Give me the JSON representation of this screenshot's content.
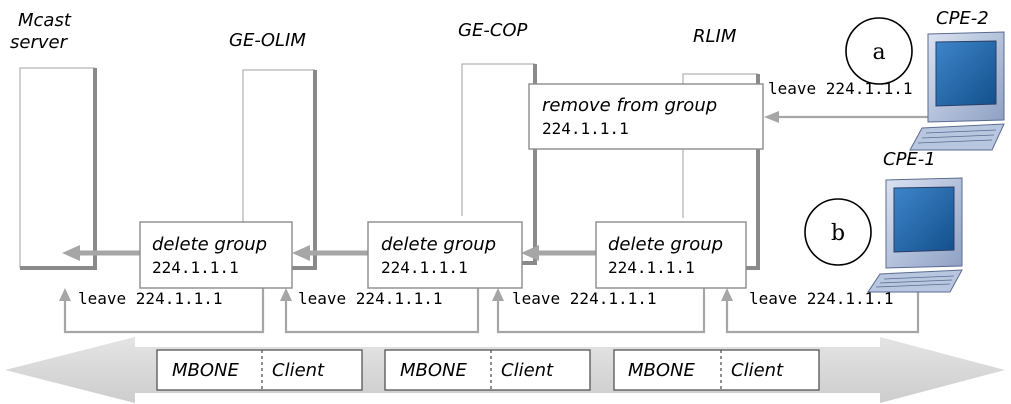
{
  "nodes": {
    "mcast_server_line1": "Mcast",
    "mcast_server_line2": "server",
    "ge_olim": "GE-OLIM",
    "ge_cop": "GE-COP",
    "rlim": "RLIM",
    "cpe2": "CPE-2",
    "cpe1": "CPE-1"
  },
  "markers": {
    "a": "a",
    "b": "b"
  },
  "actions": {
    "delete_group": "delete group",
    "remove_from_group": "remove from group",
    "group_address": "224.1.1.1",
    "leave_msg": "leave 224.1.1.1"
  },
  "bottom_bar": {
    "segments": [
      {
        "left": "MBONE",
        "right": "Client"
      },
      {
        "left": "MBONE",
        "right": "Client"
      },
      {
        "left": "MBONE",
        "right": "Client"
      }
    ]
  },
  "colors": {
    "gray_line": "#a6a6a6",
    "box_border": "#8c8c8c",
    "monitor_blue": "#1f5f9e",
    "monitor_body": "#c8d2e6"
  }
}
